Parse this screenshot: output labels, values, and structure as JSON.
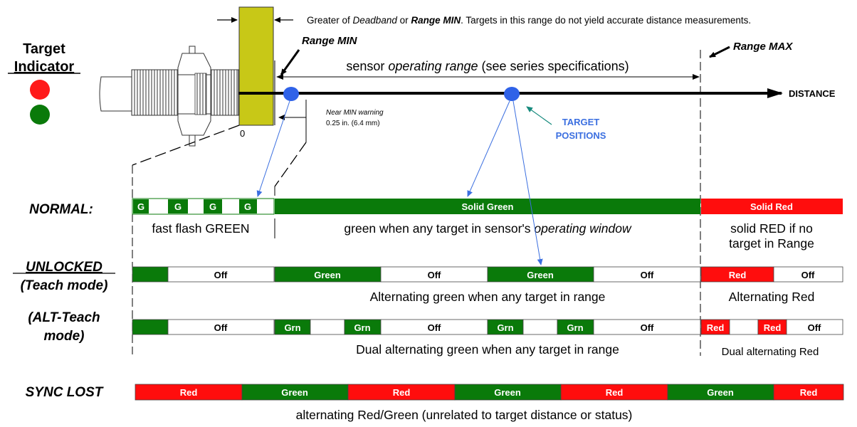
{
  "header": {
    "note_prefix": "Greater of ",
    "note_deadband": "Deadband",
    "note_or": " or ",
    "note_rangemin": "Range MIN",
    "note_suffix": ". Targets in this range do not yield accurate distance measurements."
  },
  "indicator": {
    "title_line1": "Target",
    "title_line2": "Indicator",
    "colors": {
      "red": "#ff1a1a",
      "green": "#0a7a0a"
    }
  },
  "sensor": {
    "zero_label": "0",
    "range_min": "Range MIN",
    "range_max": "Range MAX",
    "operating_prefix": "sensor ",
    "operating_italic": "operating range",
    "operating_suffix": " (see series specifications)",
    "distance": "DISTANCE",
    "near_min_1": "Near MIN warning",
    "near_min_2": "0.25 in. (6.4 mm)",
    "target_positions_1": "TARGET",
    "target_positions_2": "POSITIONS"
  },
  "modes": {
    "normal": "NORMAL:",
    "unlocked_1": "UNLOCKED",
    "unlocked_2": "(Teach mode)",
    "altteach_1": "(ALT-Teach",
    "altteach_2": "mode)",
    "synclost": "SYNC LOST"
  },
  "normal": {
    "g": "G",
    "solid_green": "Solid Green",
    "solid_red": "Solid Red",
    "desc_flash": "fast flash GREEN",
    "desc_green_prefix": "green when any target in sensor's ",
    "desc_green_italic": "operating window",
    "desc_red_1": "solid RED if no",
    "desc_red_2": "target in Range"
  },
  "unlocked": {
    "off": "Off",
    "green": "Green",
    "red": "Red",
    "desc_green": "Alternating green when any target in range",
    "desc_red": "Alternating Red"
  },
  "altteach": {
    "off": "Off",
    "grn": "Grn",
    "red": "Red",
    "desc_green": "Dual alternating green when any target in range",
    "desc_red": "Dual alternating Red"
  },
  "synclost": {
    "red": "Red",
    "green": "Green",
    "desc": "alternating Red/Green (unrelated to target distance or status)"
  },
  "colors": {
    "green": "#0a7a0a",
    "red": "#ff0d0d",
    "yellow": "#c8c817",
    "blue_dot": "#2f62e8",
    "blue_text": "#3b6fe0",
    "teal_arrow": "#168a7d"
  }
}
